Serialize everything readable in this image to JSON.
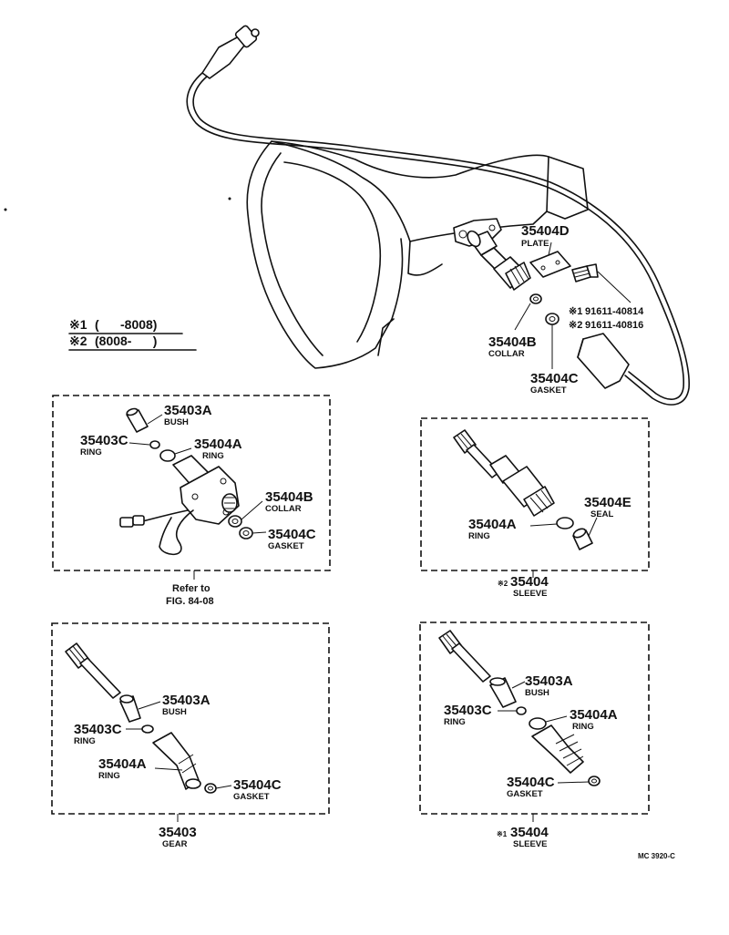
{
  "main_view": {
    "plate": {
      "part_no": "35404D",
      "name": "PLATE"
    },
    "bolt": {
      "line1": "91611-40814",
      "line2": "91611-40816",
      "mark1": "※1",
      "mark2": "※2"
    },
    "collar": {
      "part_no": "35404B",
      "name": "COLLAR"
    },
    "gasket": {
      "part_no": "35404C",
      "name": "GASKET"
    }
  },
  "legend": {
    "line1_mark": "※1",
    "line1_text": "(      -8008)",
    "line2_mark": "※2",
    "line2_text": "(8008-      )"
  },
  "box_top_left": {
    "bush": {
      "part_no": "35403A",
      "name": "BUSH"
    },
    "ring_c": {
      "part_no": "35403C",
      "name": "RING"
    },
    "ring_a": {
      "part_no": "35404A",
      "name": "RING"
    },
    "collar": {
      "part_no": "35404B",
      "name": "COLLAR"
    },
    "gasket": {
      "part_no": "35404C",
      "name": "GASKET"
    },
    "caption_line1": "Refer to",
    "caption_line2": "FIG. 84-08"
  },
  "box_top_right": {
    "seal": {
      "part_no": "35404E",
      "name": "SEAL"
    },
    "ring_a": {
      "part_no": "35404A",
      "name": "RING"
    },
    "caption_mark": "※2",
    "caption_part": "35404",
    "caption_name": "SLEEVE"
  },
  "box_bottom_left": {
    "bush": {
      "part_no": "35403A",
      "name": "BUSH"
    },
    "ring_c": {
      "part_no": "35403C",
      "name": "RING"
    },
    "ring_a": {
      "part_no": "35404A",
      "name": "RING"
    },
    "gasket": {
      "part_no": "35404C",
      "name": "GASKET"
    },
    "caption_part": "35403",
    "caption_name": "GEAR"
  },
  "box_bottom_right": {
    "bush": {
      "part_no": "35403A",
      "name": "BUSH"
    },
    "ring_c": {
      "part_no": "35403C",
      "name": "RING"
    },
    "ring_a": {
      "part_no": "35404A",
      "name": "RING"
    },
    "gasket": {
      "part_no": "35404C",
      "name": "GASKET"
    },
    "caption_mark": "※1",
    "caption_part": "35404",
    "caption_name": "SLEEVE"
  },
  "figure_code": "MC 3920-C"
}
